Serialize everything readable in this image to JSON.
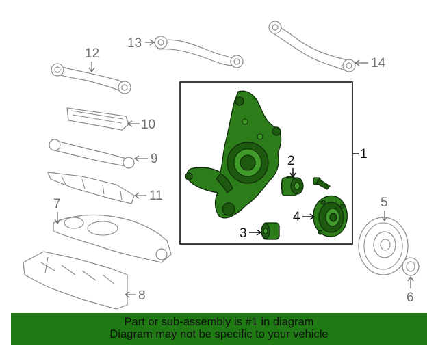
{
  "callouts": {
    "c1": "1",
    "c2": "2",
    "c3": "3",
    "c4": "4",
    "c5": "5",
    "c6": "6",
    "c7": "7",
    "c8": "8",
    "c9": "9",
    "c10": "10",
    "c11": "11",
    "c12": "12",
    "c13": "13",
    "c14": "14"
  },
  "banner": {
    "line1": "Part or sub-assembly is #1 in diagram",
    "line2": "Diagram may not be specific to your vehicle"
  },
  "colors": {
    "highlight": "#2c7d1a",
    "banner": "#1f7a14"
  }
}
